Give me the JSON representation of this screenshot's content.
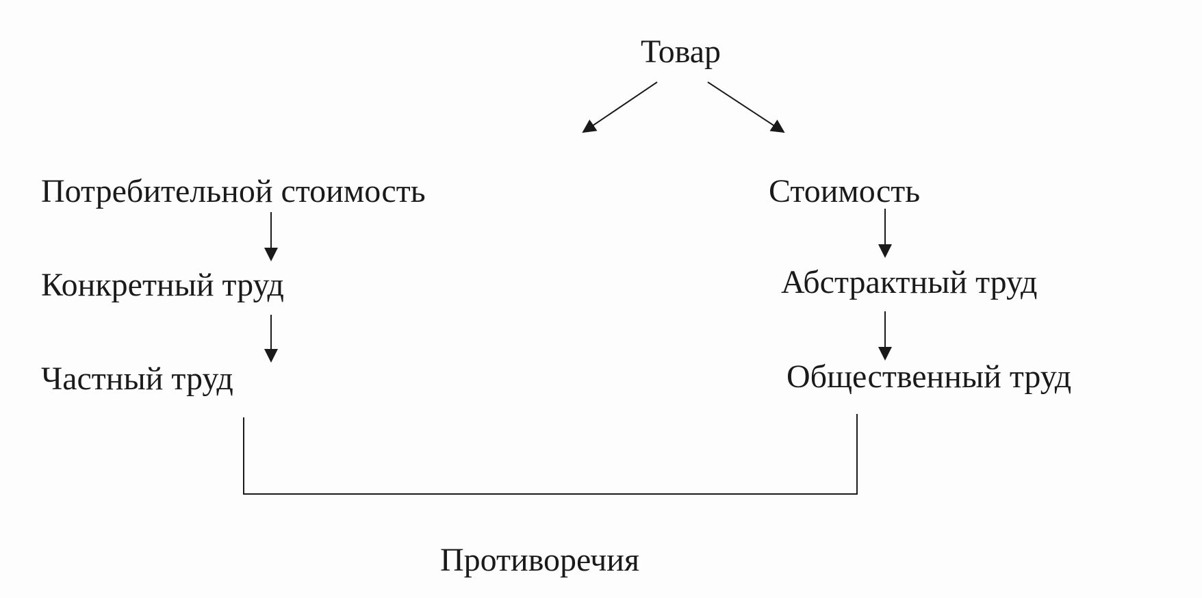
{
  "diagram": {
    "root": "Товар",
    "left_branch": [
      "Потребительной стоимость",
      "Конкретный труд",
      "Частный труд"
    ],
    "right_branch": [
      "Стоимость",
      "Абстрактный труд",
      "Общественный труд"
    ],
    "bottom": "Противоречия"
  },
  "colors": {
    "ink": "#1a1a1a",
    "paper": "#fdfdfd"
  }
}
